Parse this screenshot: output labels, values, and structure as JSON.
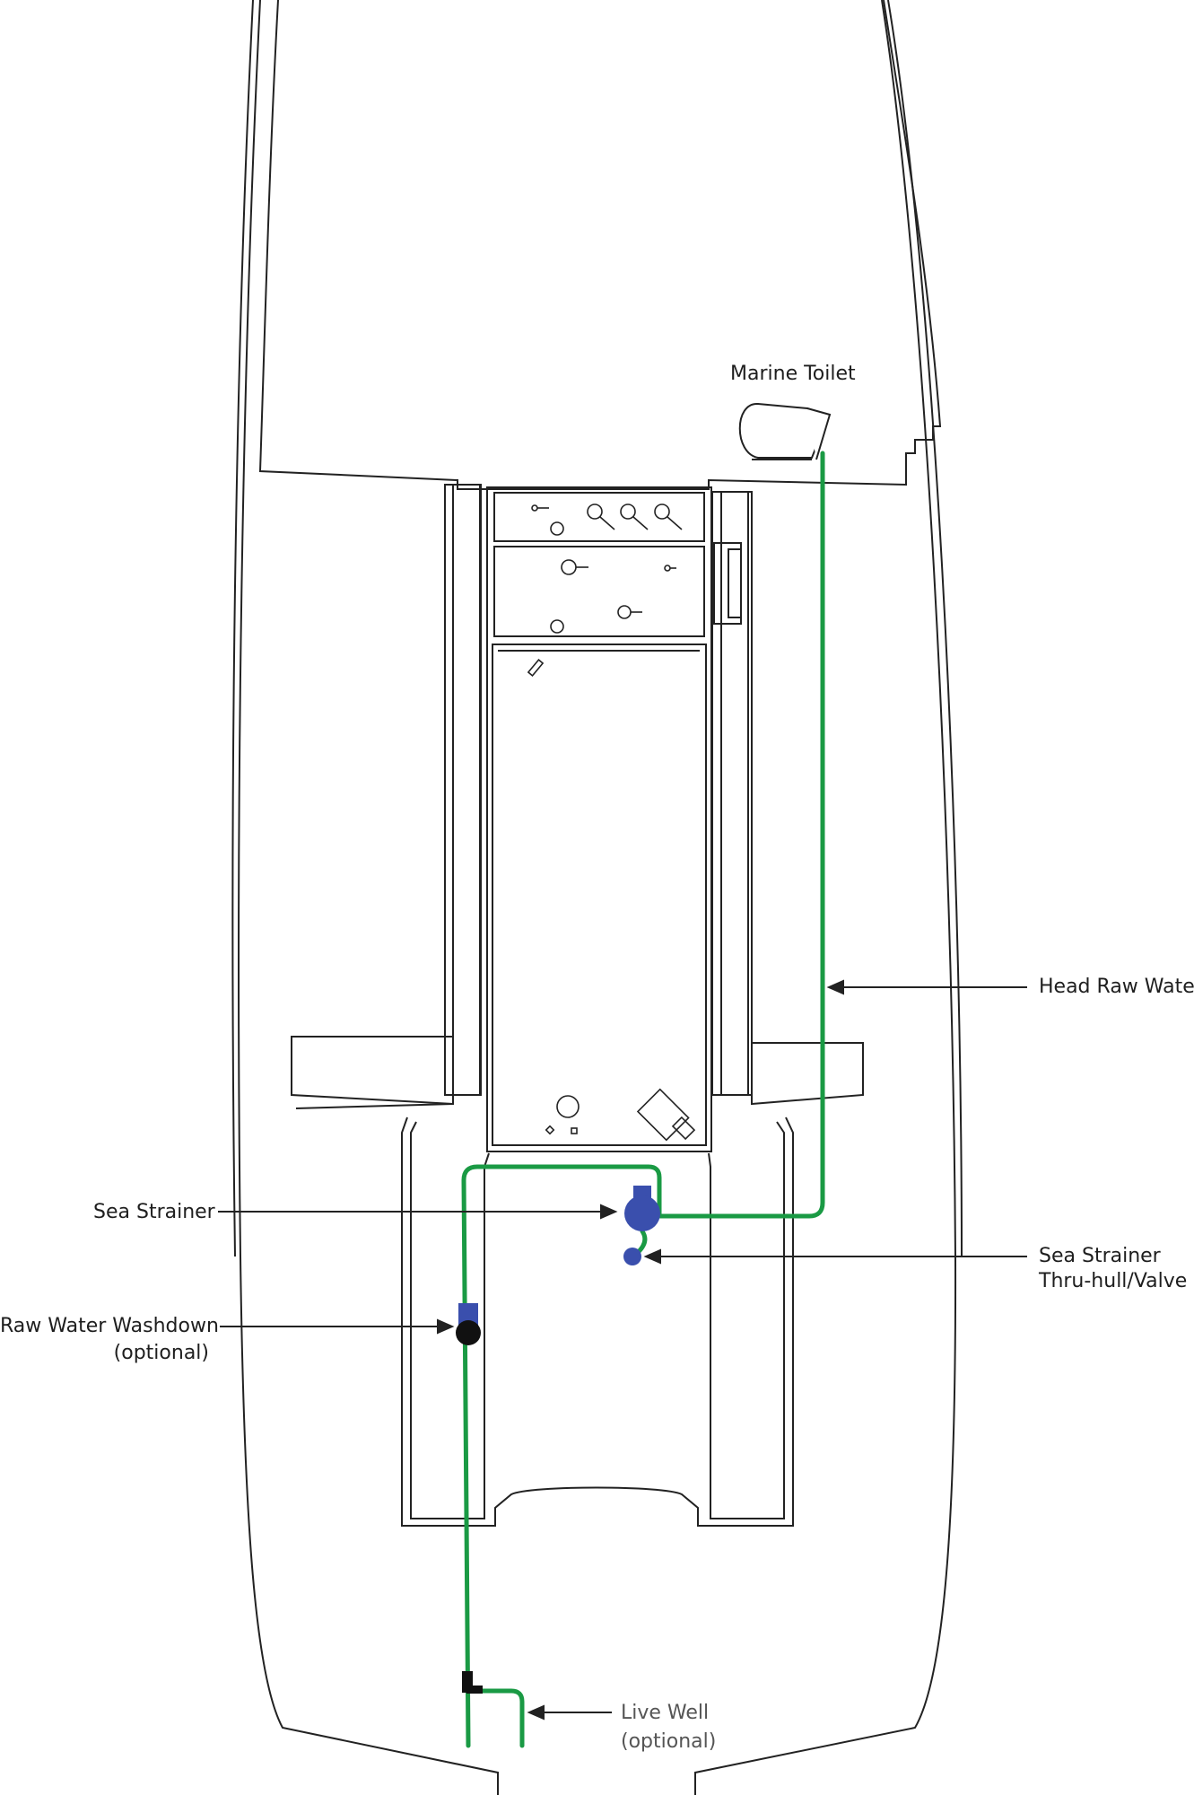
{
  "labels": {
    "marine_toilet": "Marine Toilet",
    "head_raw_water": "Head Raw Water",
    "sea_strainer": "Sea Strainer",
    "sea_strainer_thru_hull_line1": "Sea Strainer",
    "sea_strainer_thru_hull_line2": "Thru-hull/Valve",
    "raw_water_washdown_line1": "Raw Water Washdown",
    "raw_water_washdown_line2": "(optional)",
    "live_well_line1": "Live Well",
    "live_well_line2": "(optional)"
  },
  "colors": {
    "hose": "#1a9a44",
    "valve": "#3a4fad",
    "fitting": "#111111",
    "outline": "#222222"
  }
}
